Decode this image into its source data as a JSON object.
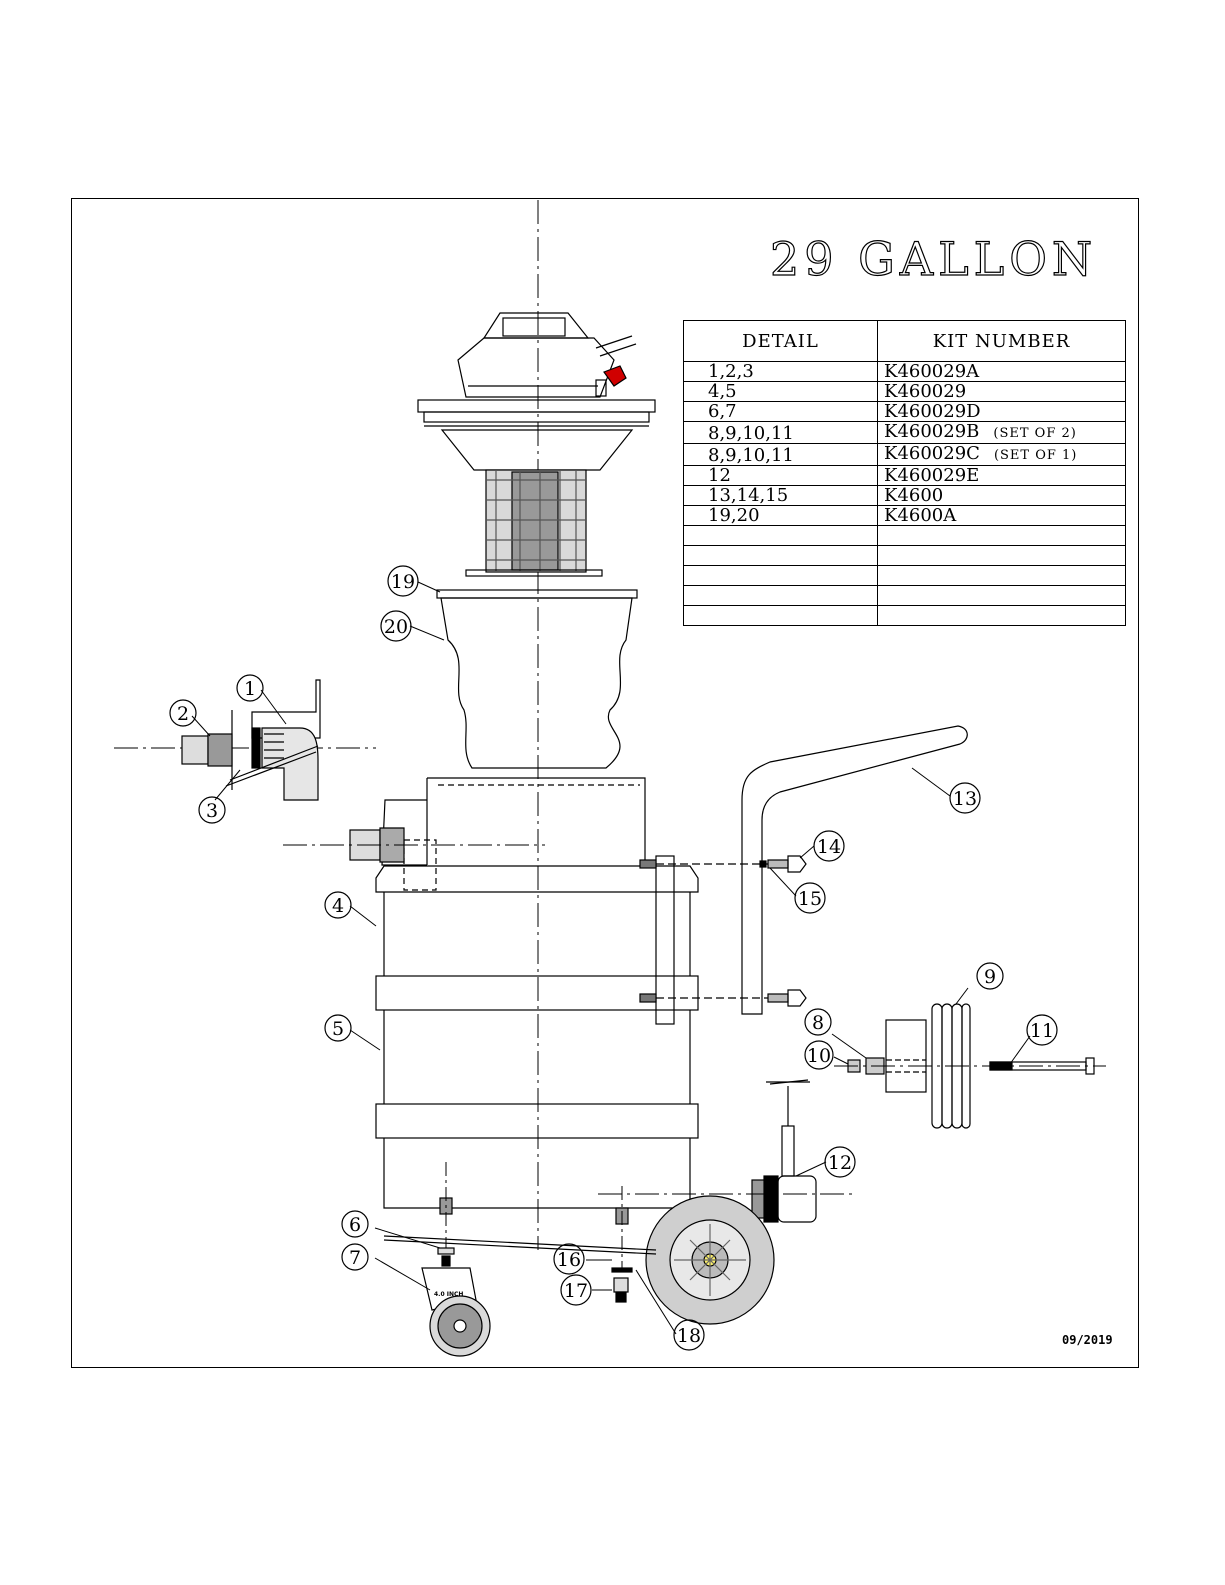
{
  "title": "29 GALLON",
  "table": {
    "headers": [
      "DETAIL",
      "KIT NUMBER"
    ],
    "rows": [
      {
        "detail": "1,2,3",
        "kit": "K460029A",
        "note": ""
      },
      {
        "detail": "4,5",
        "kit": "K460029",
        "note": ""
      },
      {
        "detail": "6,7",
        "kit": "K460029D",
        "note": ""
      },
      {
        "detail": "8,9,10,11",
        "kit": "K460029B",
        "note": "(SET OF 2)"
      },
      {
        "detail": "8,9,10,11",
        "kit": "K460029C",
        "note": "(SET OF 1)"
      },
      {
        "detail": "12",
        "kit": "K460029E",
        "note": ""
      },
      {
        "detail": "13,14,15",
        "kit": "K4600",
        "note": ""
      },
      {
        "detail": "19,20",
        "kit": "K4600A",
        "note": ""
      },
      {
        "detail": "",
        "kit": "",
        "note": ""
      },
      {
        "detail": "",
        "kit": "",
        "note": ""
      },
      {
        "detail": "",
        "kit": "",
        "note": ""
      },
      {
        "detail": "",
        "kit": "",
        "note": ""
      },
      {
        "detail": "",
        "kit": "",
        "note": ""
      }
    ]
  },
  "callouts": [
    "1",
    "2",
    "3",
    "4",
    "5",
    "6",
    "7",
    "8",
    "9",
    "10",
    "11",
    "12",
    "13",
    "14",
    "15",
    "16",
    "17",
    "18",
    "19",
    "20"
  ],
  "caster_label": "4.0 INCH",
  "date": "09/2019",
  "colors": {
    "line": "#000000",
    "accent": "#d00000",
    "fill_gray": "#cfcfcf"
  }
}
